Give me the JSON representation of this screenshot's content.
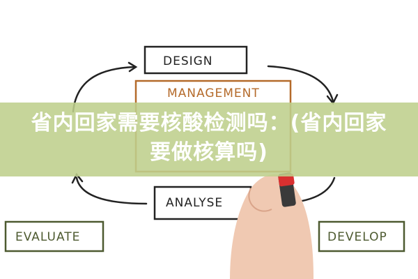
{
  "diagram": {
    "design": "DESIGN",
    "develop": "DEVELOP",
    "analyse": "ANALYSE",
    "evaluate": "EVALUATE",
    "center": "MANAGEMENT"
  },
  "overlay": {
    "title": "省内回家需要核酸检测吗：(省内回家要做核算吗)",
    "band_color": "#bccf8a"
  }
}
